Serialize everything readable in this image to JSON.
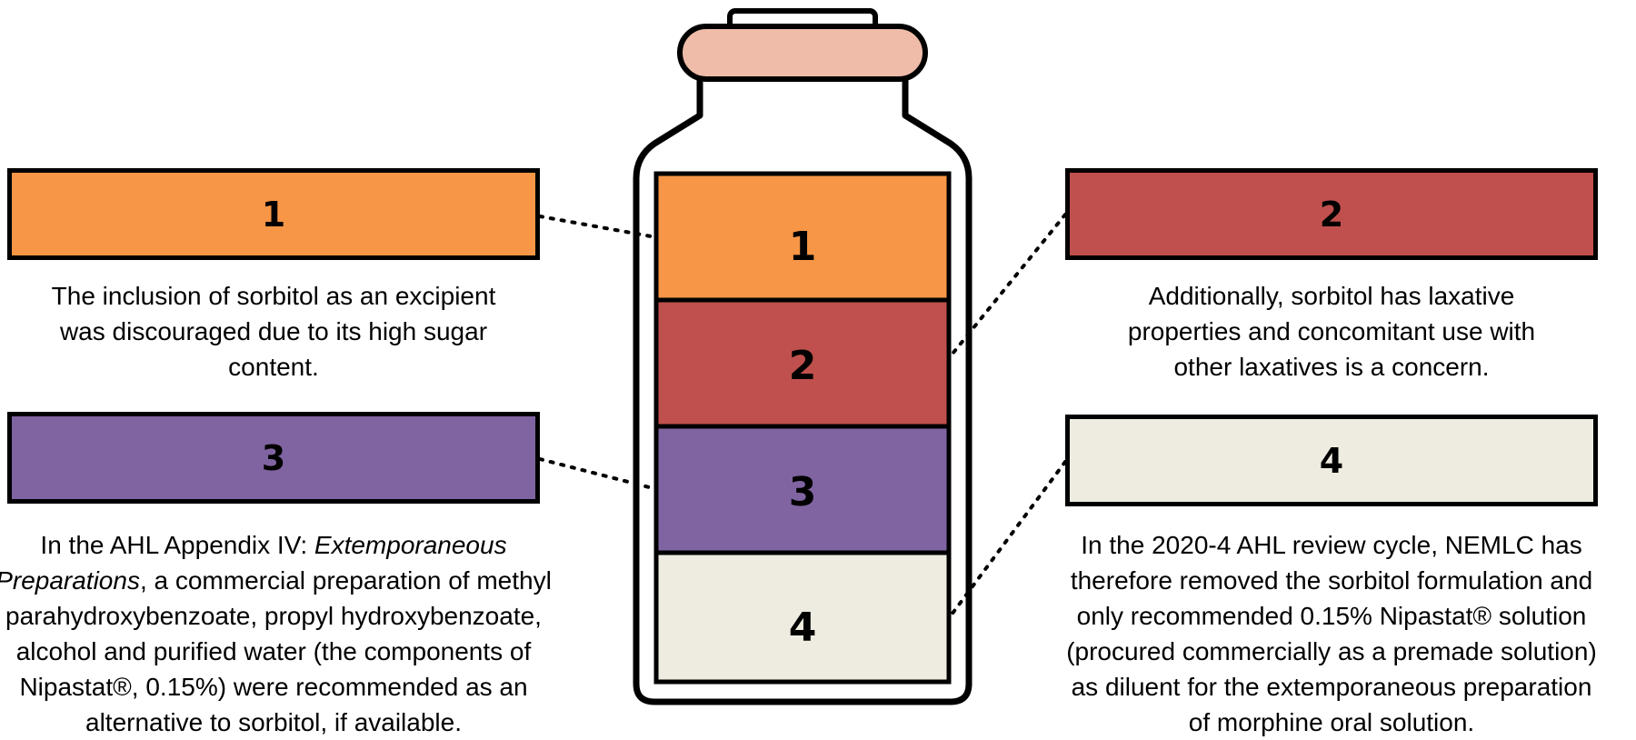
{
  "colors": {
    "layer1": "#f79646",
    "layer2": "#c0504d",
    "layer3": "#8064a2",
    "layer4": "#eeece1",
    "cork": "#efbcaa",
    "outline": "#000000"
  },
  "bottle": {
    "layers": [
      {
        "number": "1",
        "color_key": "layer1"
      },
      {
        "number": "2",
        "color_key": "layer2"
      },
      {
        "number": "3",
        "color_key": "layer3"
      },
      {
        "number": "4",
        "color_key": "layer4"
      }
    ]
  },
  "items": [
    {
      "number": "1",
      "lines": [
        "The inclusion of sorbitol as an excipient",
        "was discouraged due to its high sugar",
        "content."
      ]
    },
    {
      "number": "2",
      "lines": [
        "Additionally, sorbitol has laxative",
        "properties and concomitant use with",
        "other laxatives is a concern."
      ]
    },
    {
      "number": "3",
      "line1_prefix": "In the AHL Appendix IV: ",
      "line1_italic": "Extemporaneous",
      "line2_italic": "Preparations",
      "line2_rest": ", a commercial preparation of methyl",
      "lines": [
        "parahydroxybenzoate, propyl hydroxybenzoate,",
        "alcohol and purified water (the components of",
        "Nipastat®, 0.15%) were recommended as an",
        "alternative to sorbitol, if available."
      ]
    },
    {
      "number": "4",
      "lines": [
        "In the 2020-4 AHL review cycle, NEMLC has",
        "therefore removed the sorbitol formulation and",
        "only recommended 0.15% Nipastat® solution",
        "(procured commercially as a premade solution)",
        "as diluent for the extemporaneous preparation",
        "of morphine oral solution."
      ]
    }
  ]
}
